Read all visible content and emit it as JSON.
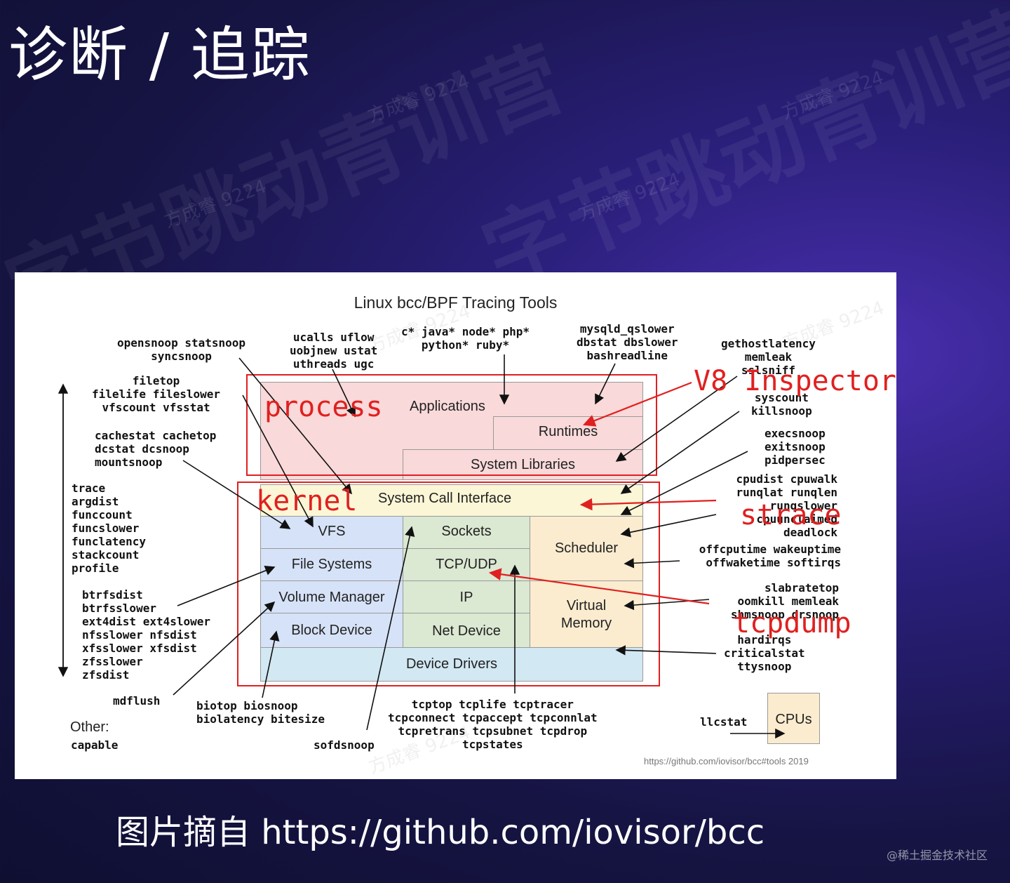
{
  "slide": {
    "title": "诊断 / 追踪",
    "caption": "图片摘自 https://github.com/iovisor/bcc",
    "credit": "@稀土掘金技术社区",
    "watermark_big": "字节跳动青训营",
    "watermark_small": "方成睿 9224"
  },
  "diagram": {
    "title": "Linux bcc/BPF Tracing Tools",
    "layers": {
      "applications": "Applications",
      "runtimes": "Runtimes",
      "system_libraries": "System Libraries",
      "syscall": "System Call Interface",
      "vfs": "VFS",
      "file_systems": "File Systems",
      "volume_manager": "Volume Manager",
      "block_device": "Block Device",
      "sockets": "Sockets",
      "tcp_udp": "TCP/UDP",
      "ip": "IP",
      "net_device": "Net Device",
      "scheduler": "Scheduler",
      "virtual_memory_1": "Virtual",
      "virtual_memory_2": "Memory",
      "device_drivers": "Device Drivers",
      "cpus": "CPUs"
    },
    "annotations": {
      "process": "process",
      "kernel": "kernel",
      "v8": "V8 Inspector",
      "strace": "strace",
      "tcpdump": "tcpdump"
    },
    "tools": {
      "opensnoop": [
        "opensnoop statsnoop",
        "syncsnoop"
      ],
      "ucalls": [
        "ucalls uflow",
        "uobjnew ustat",
        "uthreads ugc"
      ],
      "lang": [
        "c* java* node* php*",
        "python* ruby*"
      ],
      "mysql": [
        "mysqld_qslower",
        "dbstat dbslower",
        "bashreadline"
      ],
      "gethost": [
        "gethostlatency",
        "memleak",
        "sslsniff"
      ],
      "syscount": [
        "syscount",
        "killsnoop"
      ],
      "filetop": [
        "filetop",
        "filelife fileslower",
        "vfscount vfsstat"
      ],
      "cachestat": [
        "cachestat cachetop",
        "dcstat dcsnoop",
        "mountsnoop"
      ],
      "trace": [
        "trace",
        "argdist",
        "funccount",
        "funcslower",
        "funclatency",
        "stackcount",
        "profile"
      ],
      "btrfs": [
        "btrfsdist",
        "btrfsslower",
        "ext4dist ext4slower",
        "nfsslower nfsdist",
        "xfsslower xfsdist",
        "zfsslower",
        "zfsdist"
      ],
      "mdflush": "mdflush",
      "biotop": [
        "biotop biosnoop",
        "biolatency bitesize"
      ],
      "sofdsnoop": "sofdsnoop",
      "tcptop": [
        "tcptop tcplife tcptracer",
        "tcpconnect tcpaccept tcpconnlat",
        "tcpretrans tcpsubnet tcpdrop",
        "tcpstates"
      ],
      "execsnoop": [
        "execsnoop",
        "exitsnoop",
        "pidpersec"
      ],
      "cpudist": [
        "cpudist cpuwalk",
        "runqlat runqlen",
        "runqslower",
        "cpuunclaimed",
        "deadlock"
      ],
      "offcpu": [
        "offcputime wakeuptime",
        "offwaketime softirqs"
      ],
      "slabratetop": [
        "slabratetop",
        "oomkill memleak",
        "shmsnoop drsnoop"
      ],
      "hardirqs": [
        "hardirqs",
        "criticalstat",
        "ttysnoop"
      ],
      "llcstat": "llcstat",
      "other_label": "Other:",
      "capable": "capable"
    },
    "source_url": "https://github.com/iovisor/bcc#tools 2019"
  }
}
